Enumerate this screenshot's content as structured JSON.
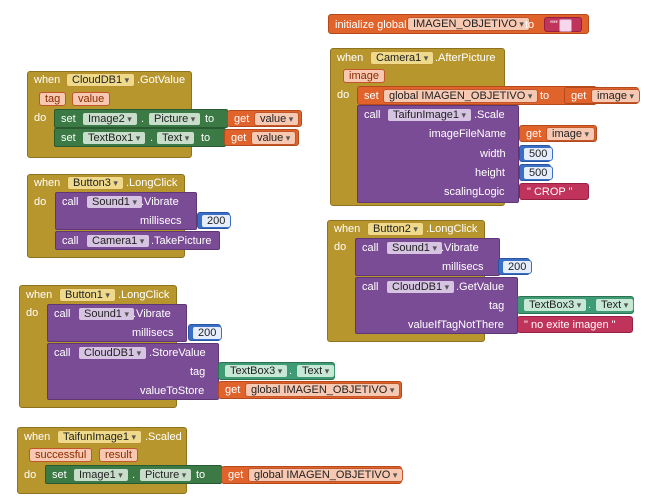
{
  "kw": {
    "when": "when",
    "do": "do",
    "call": "call",
    "set": "set",
    "to": "to",
    "get": "get",
    "initialize_global": "initialize global",
    "dot": "."
  },
  "init_block": {
    "var_name": "IMAGEN_OBJETIVO",
    "value": "\"\""
  },
  "cloud_getvalue": {
    "component": "CloudDB1",
    "event": ".GotValue",
    "params": [
      "tag",
      "value"
    ],
    "set1": {
      "component": "Image2",
      "property": "Picture",
      "get": "value"
    },
    "set2": {
      "component": "TextBox1",
      "property": "Text",
      "get": "value"
    }
  },
  "camera_afterpicture": {
    "component": "Camera1",
    "event": ".AfterPicture",
    "param": "image",
    "set_var": "global IMAGEN_OBJETIVO",
    "get": "image",
    "call_component": "TaifunImage1",
    "call_method": ".Scale",
    "args": {
      "imageFileName_label": "imageFileName",
      "imageFileName_get": "image",
      "width_label": "width",
      "width_value": "500",
      "height_label": "height",
      "height_value": "500",
      "scalingLogic_label": "scalingLogic",
      "scalingLogic_value": "\" CROP \""
    }
  },
  "button3_longclick": {
    "component": "Button3",
    "event": ".LongClick",
    "call1_component": "Sound1",
    "call1_method": ".Vibrate",
    "millisecs_label": "millisecs",
    "millisecs_value": "200",
    "call2_component": "Camera1",
    "call2_method": ".TakePicture"
  },
  "button2_longclick": {
    "component": "Button2",
    "event": ".LongClick",
    "call1_component": "Sound1",
    "call1_method": ".Vibrate",
    "millisecs_label": "millisecs",
    "millisecs_value": "200",
    "call2_component": "CloudDB1",
    "call2_method": ".GetValue",
    "tag_label": "tag",
    "tag_component": "TextBox3",
    "tag_property": "Text",
    "notthere_label": "valueIfTagNotThere",
    "notthere_value": "\" no exite imagen \""
  },
  "button1_longclick": {
    "component": "Button1",
    "event": ".LongClick",
    "call1_component": "Sound1",
    "call1_method": ".Vibrate",
    "millisecs_label": "millisecs",
    "millisecs_value": "200",
    "call2_component": "CloudDB1",
    "call2_method": ".StoreValue",
    "tag_label": "tag",
    "tag_component": "TextBox3",
    "tag_property": "Text",
    "store_label": "valueToStore",
    "store_get": "global IMAGEN_OBJETIVO"
  },
  "taifun_scaled": {
    "component": "TaifunImage1",
    "event": ".Scaled",
    "params": [
      "successful",
      "result"
    ],
    "set_component": "Image1",
    "set_property": "Picture",
    "get": "global IMAGEN_OBJETIVO"
  }
}
